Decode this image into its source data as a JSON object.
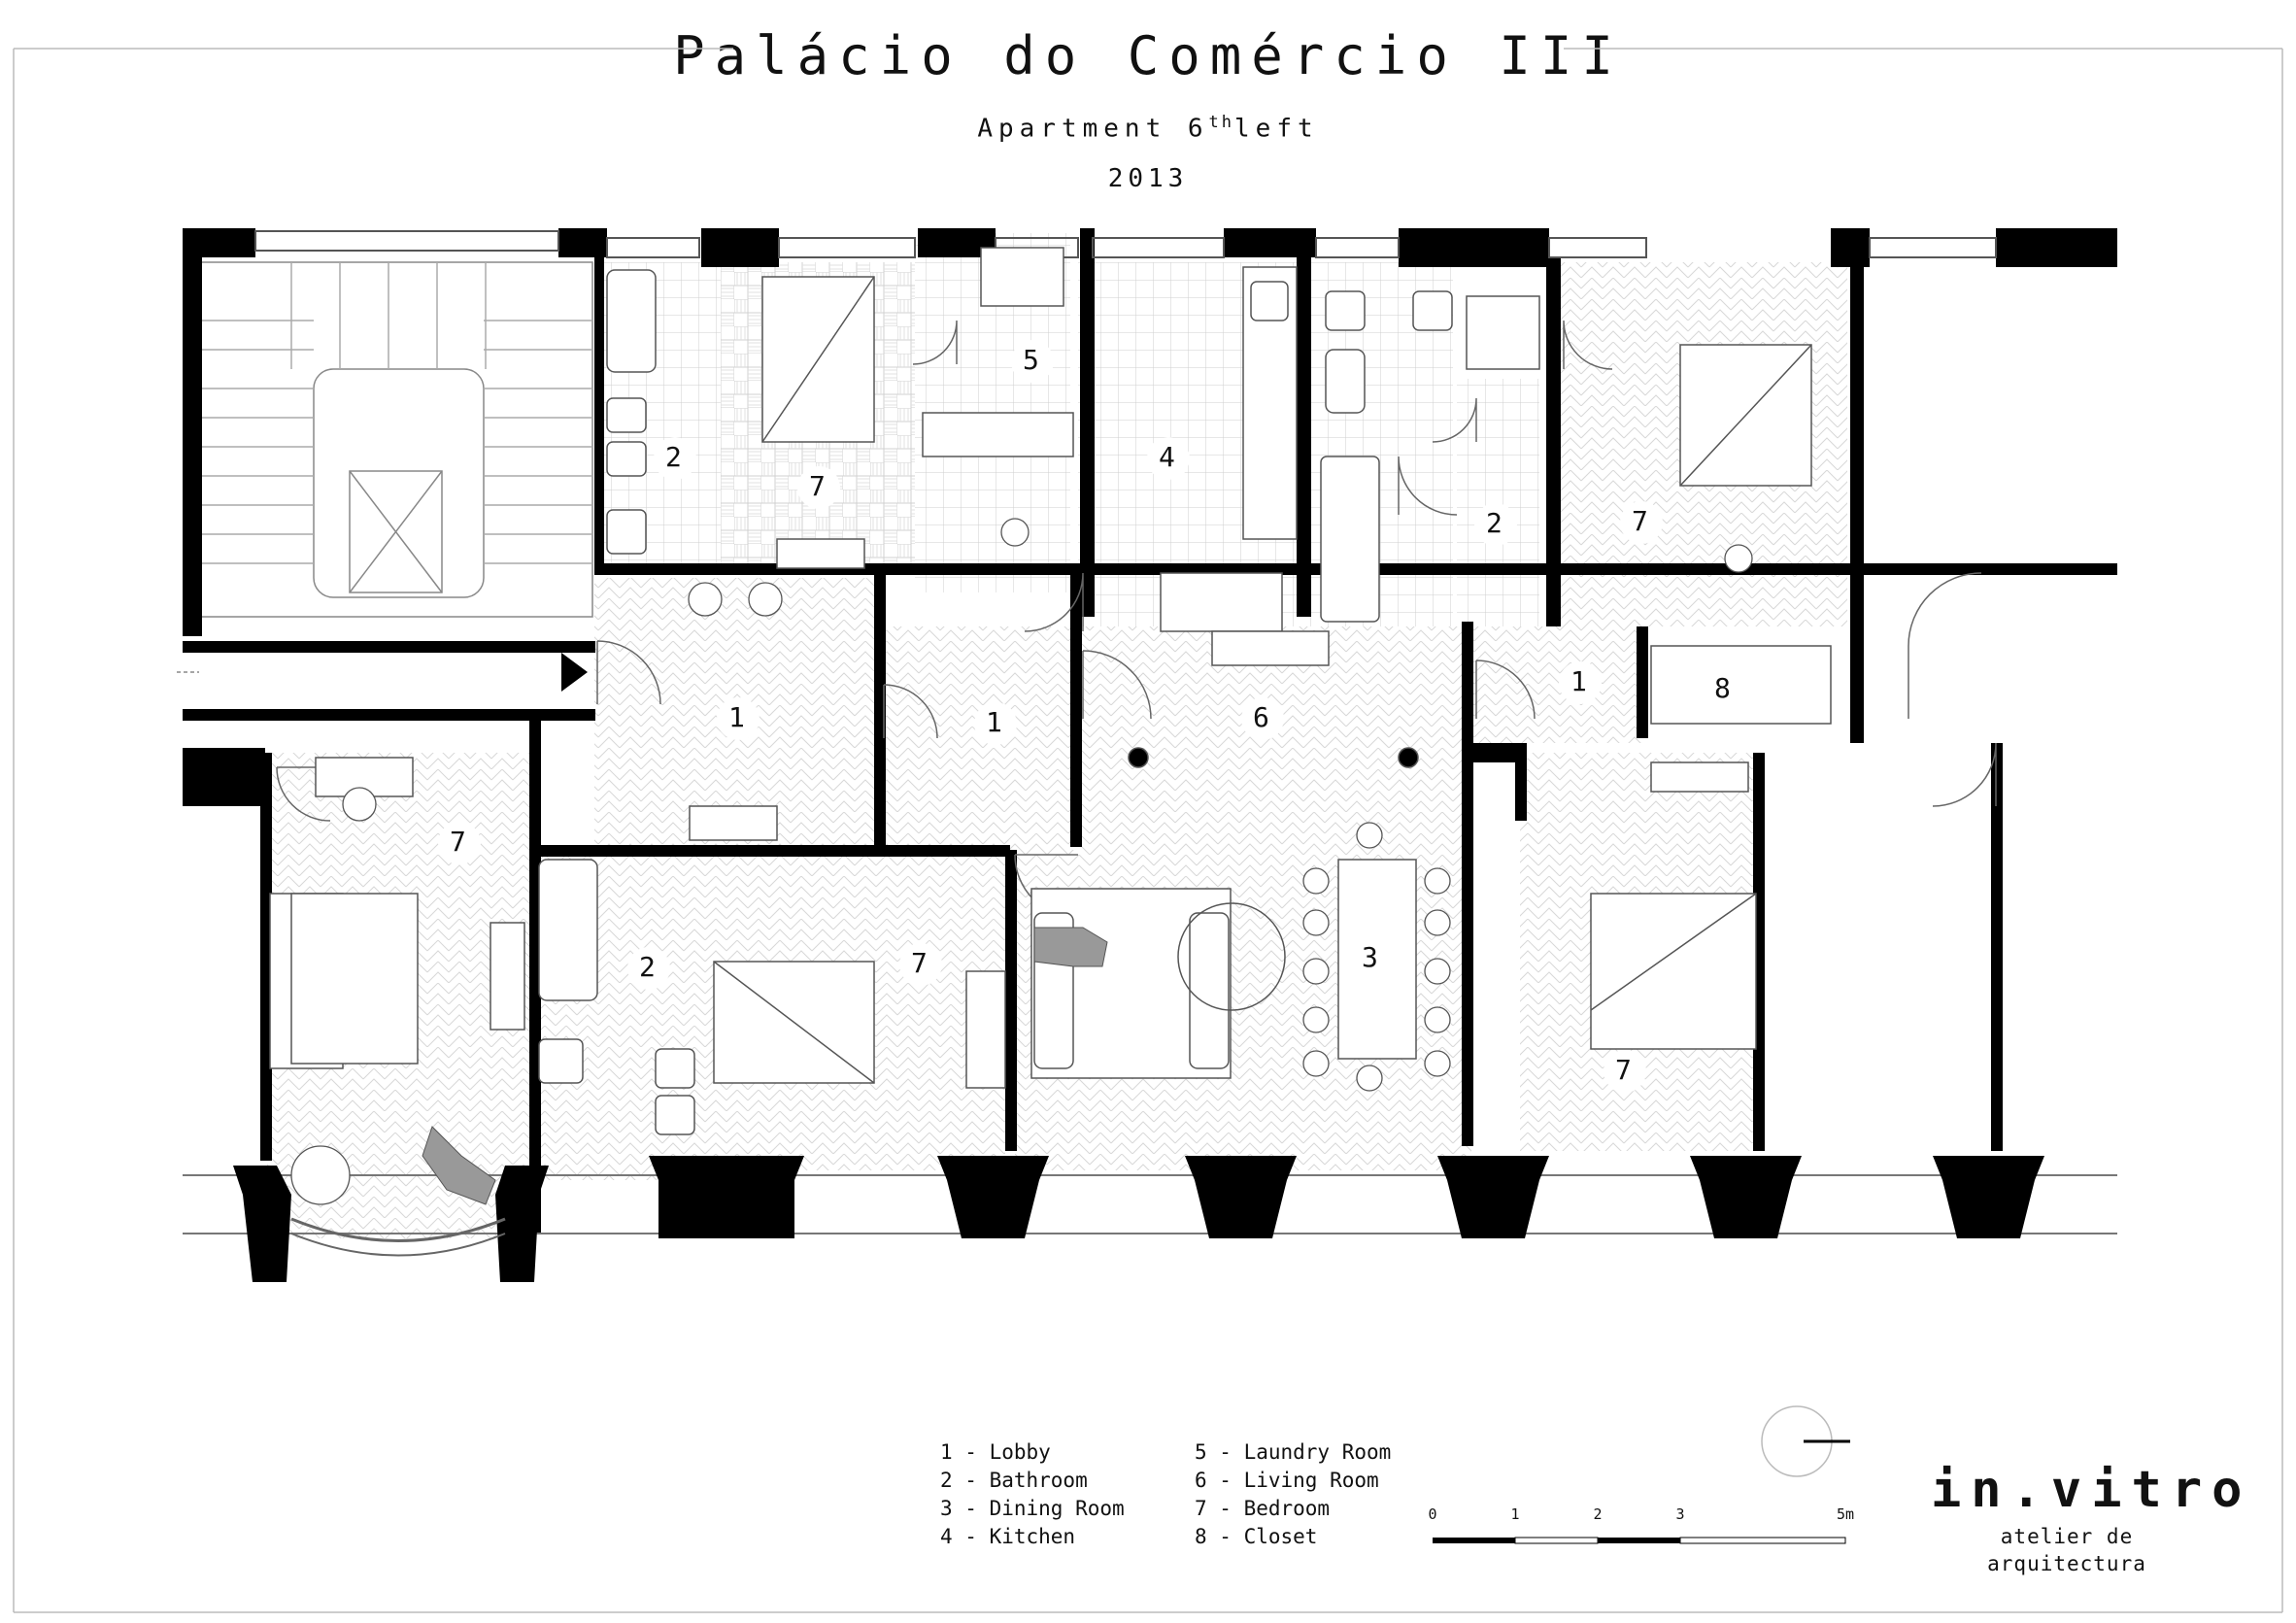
{
  "title": {
    "main": "Palácio do Comércio III",
    "sub_prefix": "Apartment 6",
    "sub_sup": "th",
    "sub_suffix": "left",
    "year": "2013"
  },
  "rooms": [
    {
      "id": "room-1-entry",
      "label": "1"
    },
    {
      "id": "room-1-center",
      "label": "1"
    },
    {
      "id": "room-1-right",
      "label": "1"
    },
    {
      "id": "room-2-top-left",
      "label": "2"
    },
    {
      "id": "room-2-top-right",
      "label": "2"
    },
    {
      "id": "room-2-bottom",
      "label": "2"
    },
    {
      "id": "room-3",
      "label": "3"
    },
    {
      "id": "room-4",
      "label": "4"
    },
    {
      "id": "room-5",
      "label": "5"
    },
    {
      "id": "room-6",
      "label": "6"
    },
    {
      "id": "room-7-top-left",
      "label": "7"
    },
    {
      "id": "room-7-top-right",
      "label": "7"
    },
    {
      "id": "room-7-west",
      "label": "7"
    },
    {
      "id": "room-7-south",
      "label": "7"
    },
    {
      "id": "room-7-east",
      "label": "7"
    },
    {
      "id": "room-8",
      "label": "8"
    }
  ],
  "legend": [
    "1 - Lobby",
    "5 - Laundry Room",
    "2 - Bathroom",
    "6 - Living Room",
    "3 - Dining Room",
    "7 - Bedroom",
    "4 - Kitchen",
    "8 - Closet"
  ],
  "scale_bar": {
    "labels": [
      "0",
      "1",
      "2",
      "3",
      "5m"
    ],
    "values_m": [
      0,
      1,
      2,
      3,
      5
    ]
  },
  "logo": {
    "mark": "in.vitro",
    "tagline": "atelier de arquitectura"
  },
  "north_arrow_icon": "north-arrow-icon"
}
